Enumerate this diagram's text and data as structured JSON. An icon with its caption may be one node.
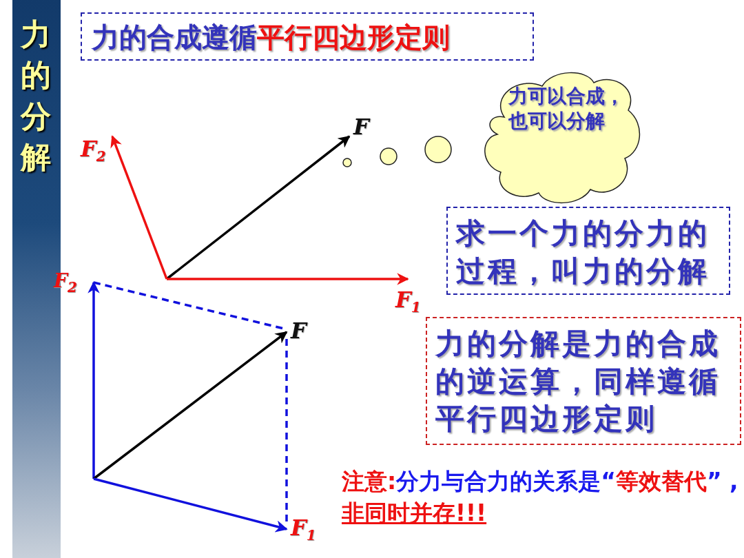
{
  "diagram": {
    "nodes": [
      {
        "text": [
          "力的分解"
        ]
      },
      {
        "text": [
          "力的合成遵循**平行四边形定则**"
        ]
      },
      {
        "text": [
          "力可以合成，也可以分解"
        ]
      },
      {
        "text": [
          "求一个力的分力的过程，叫力的分解"
        ]
      },
      {
        "text": [
          "力的分解是力的合成的逆运算，同样遵循平行四边形定则"
        ]
      },
      {
        "text": [
          "F"
        ]
      },
      {
        "text": [
          "F$_{2}$"
        ]
      },
      {
        "text": [
          "F$_{1}$"
        ]
      },
      {
        "text": [
          "F$_{2}$"
        ]
      },
      {
        "text": [
          "F"
        ]
      },
      {
        "text": [
          "F$_{1}$"
        ]
      }
    ],
    "edges": [
      {
        "from": null,
        "to": 5,
        "arrow": "to",
        "color": "#000000"
      },
      {
        "from": null,
        "to": 6,
        "arrow": "to",
        "color": "#ee1111"
      },
      {
        "from": null,
        "to": 7,
        "arrow": "to",
        "color": "#ee1111"
      },
      {
        "from": null,
        "to": 8,
        "arrow": "to",
        "color": "#1111dd"
      },
      {
        "from": null,
        "to": 9,
        "arrow": "to",
        "color": "#000000"
      },
      {
        "from": null,
        "to": 10,
        "arrow": "to",
        "color": "#1111dd"
      },
      {
        "from": 8,
        "to": 9,
        "arrow": "none",
        "color": "#1111dd",
        "style": "dashed"
      },
      {
        "from": 9,
        "to": 10,
        "arrow": "none",
        "color": "#1111dd",
        "style": "dashed"
      }
    ],
    "labels": [
      "**注意:**分力与合力的关系是“**等效替代**” ,**非同时并存!!!**"
    ]
  }
}
